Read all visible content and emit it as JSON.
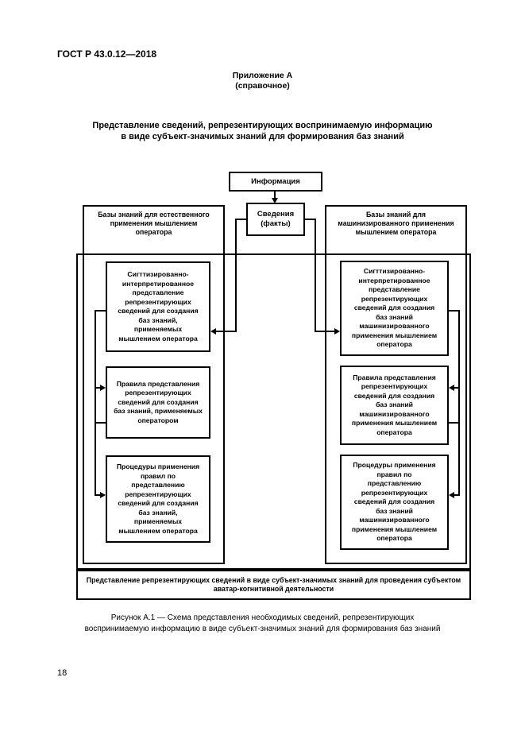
{
  "page": {
    "doc_number": "ГОСТ Р 43.0.12—2018",
    "annex_label": "Приложение А",
    "annex_type": "(справочное)",
    "title": "Представление сведений, репрезентирующих воспринимаемую информацию\nв виде субъект-значимых знаний для формирования баз знаний",
    "figure_caption": "Рисунок А.1 — Схема представления необходимых сведений, репрезентирующих\nвоспринимаемую информацию в виде субъект-значимых знаний для формирования баз знаний",
    "page_number": "18"
  },
  "diagram": {
    "info_box": "Информация",
    "facts_box": "Сведения\n(факты)",
    "left_column": {
      "header": "Базы знаний для естественного\nприменения мышлением\nоператора",
      "boxes": [
        "Сигттизированно-\nинтерпретированное\nпредставление\nрепрезентирующих\nсведений для создания\nбаз знаний,\nприменяемых\nмышлением оператора",
        "Правила представления\nрепрезентирующих\nсведений для создания\nбаз знаний, применяемых\nоператором",
        "Процедуры применения\nправил по\nпредставлению\nрепрезентирующих\nсведений для создания\nбаз знаний,\nприменяемых\nмышлением оператора"
      ]
    },
    "right_column": {
      "header": "Базы знаний для\nмашинизированного применения\nмышлением оператора",
      "boxes": [
        "Сигттизированно-\nинтерпретированное\nпредставление\nрепрезентирующих\nсведений для создания\nбаз знаний\nмашинизированного\nприменения мышлением\nоператора",
        "Правила представления\nрепрезентирующих\nсведений для создания\nбаз знаний\nмашинизированного\nприменения мышлением\nоператора",
        "Процедуры применения\nправил по\nпредставлению\nрепрезентирующих\nсведений для создания\nбаз знаний\nмашинизированного\nприменения мышлением\nоператора"
      ]
    },
    "bottom_box": "Представление репрезентирующих сведений в виде субъект-значимых знаний для проведения субъектом\nаватар-когнитивной деятельности"
  },
  "colors": {
    "line": "#000000",
    "background": "#ffffff"
  }
}
